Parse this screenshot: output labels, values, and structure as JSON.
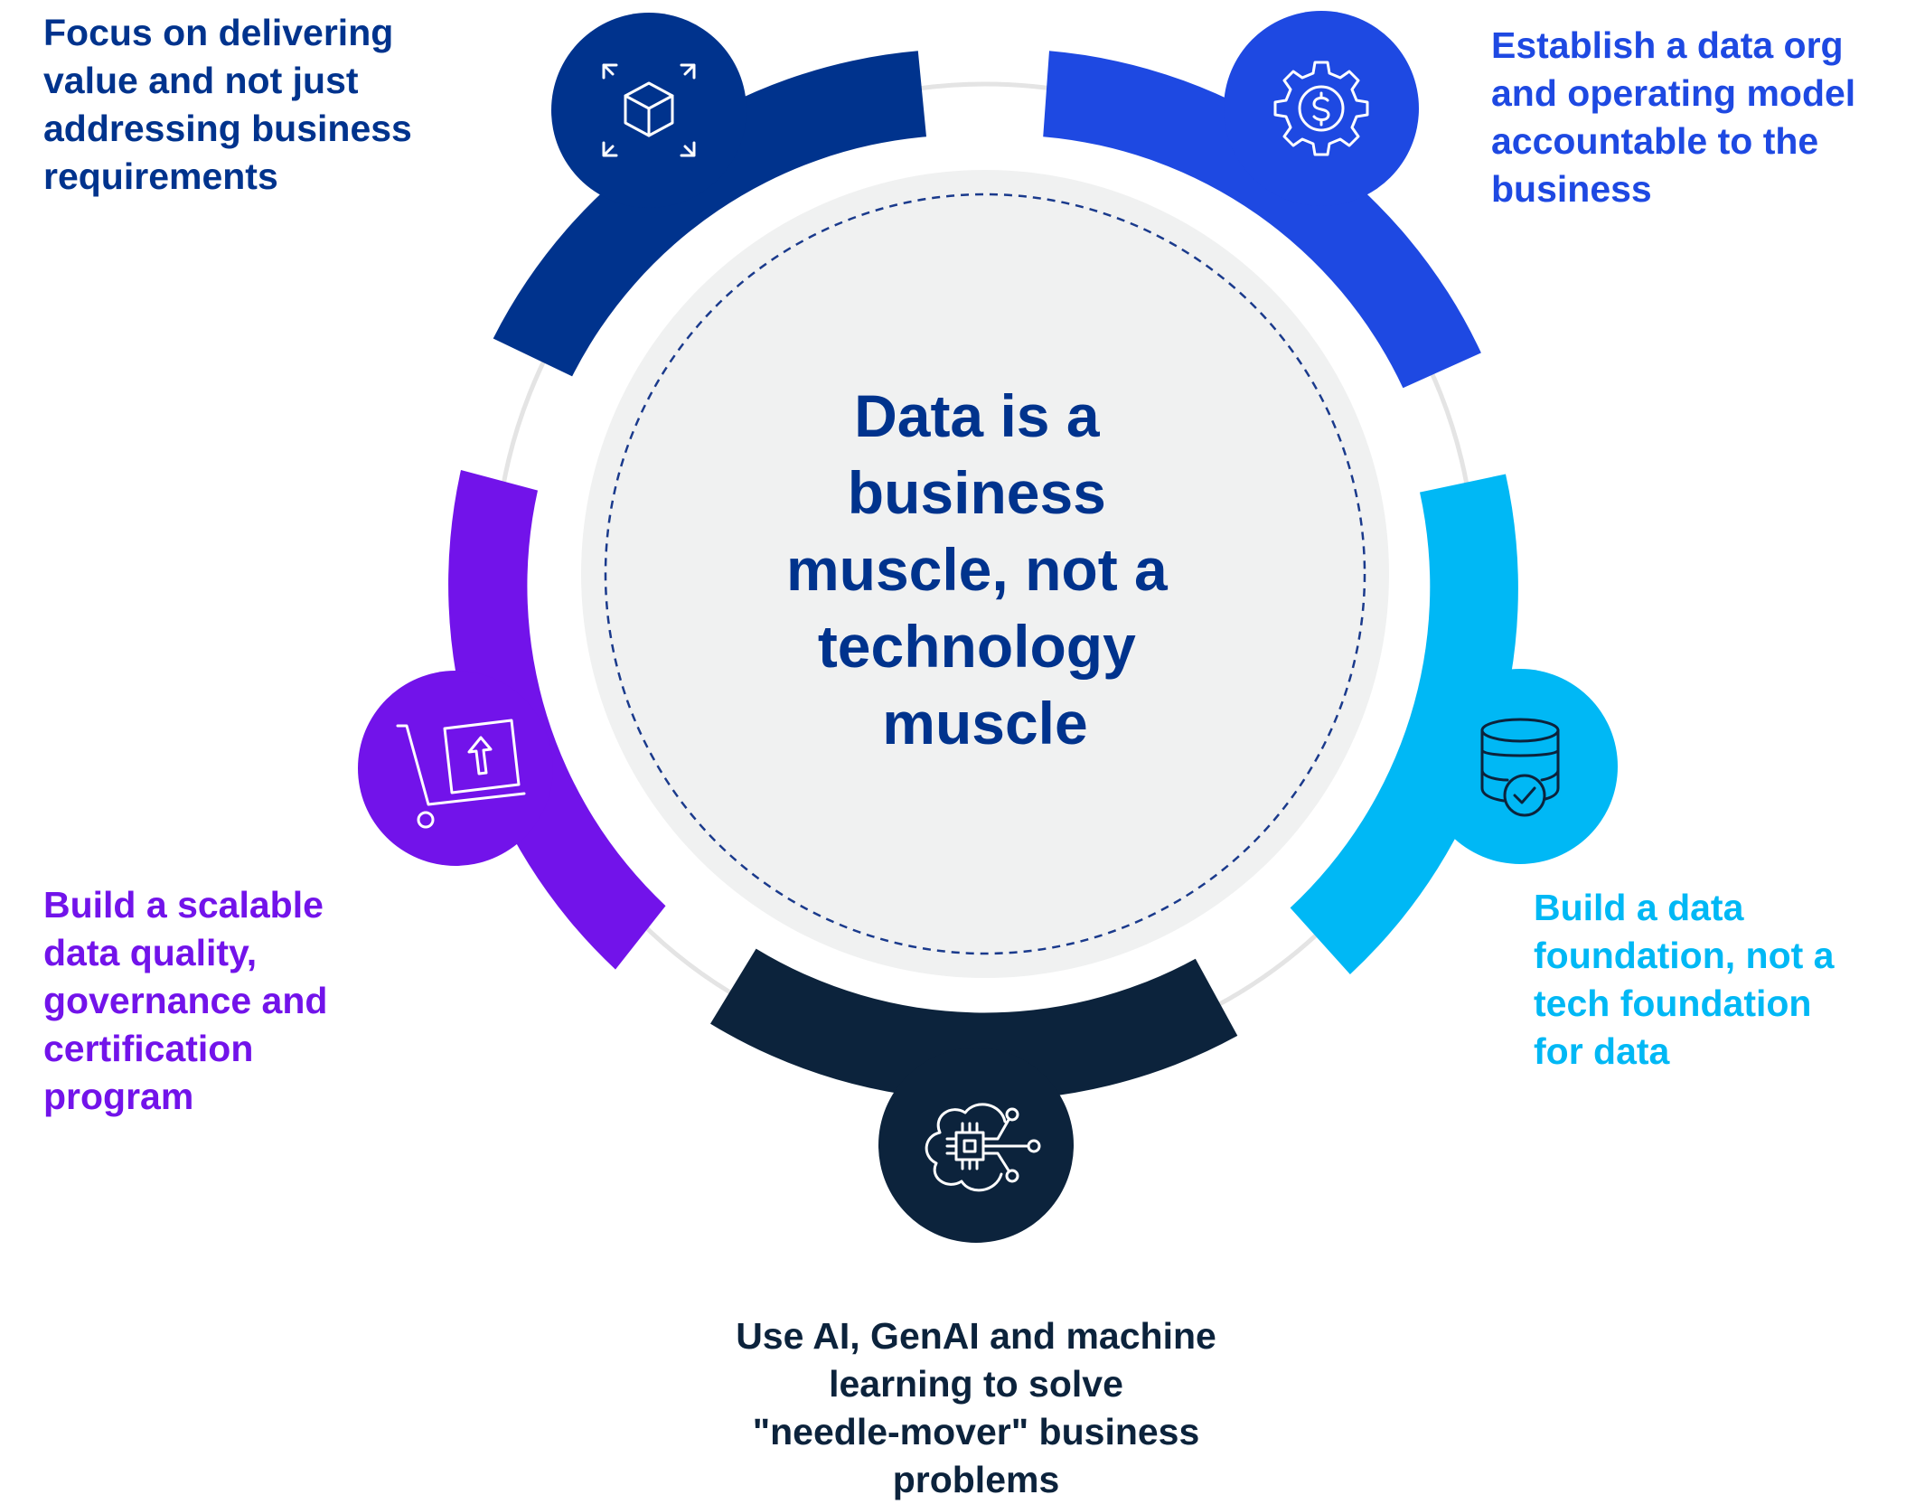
{
  "center_text": [
    "Data is a",
    "business",
    "muscle, not a",
    "technology",
    "muscle"
  ],
  "segments": [
    {
      "id": "value",
      "color": "#00338d",
      "icon": "expand-cube-icon",
      "text": [
        "Focus on delivering",
        "value and not just",
        "addressing business",
        "requirements"
      ]
    },
    {
      "id": "org",
      "color": "#1e49e2",
      "icon": "gear-dollar-icon",
      "text": [
        "Establish a data org",
        "and operating model",
        "accountable to the",
        "business"
      ]
    },
    {
      "id": "foundation",
      "color": "#00b8f5",
      "icon": "database-check-icon",
      "text": [
        "Build a data",
        "foundation, not a",
        "tech foundation",
        "for data"
      ]
    },
    {
      "id": "ai",
      "color": "#0c233c",
      "icon": "ai-chip-cloud-icon",
      "text": [
        "Use AI, GenAI and machine",
        "learning to solve",
        "\"needle-mover\" business",
        "problems"
      ]
    },
    {
      "id": "quality",
      "color": "#7213ea",
      "icon": "cart-upload-icon",
      "text": [
        "Build a scalable",
        "data quality,",
        "governance and",
        "certification",
        "program"
      ]
    }
  ],
  "colors": {
    "ring_track": "#e4e4e4",
    "center_fill": "#f0f1f1",
    "center_border": "#1a3a8c",
    "center_text": "#00338d"
  }
}
